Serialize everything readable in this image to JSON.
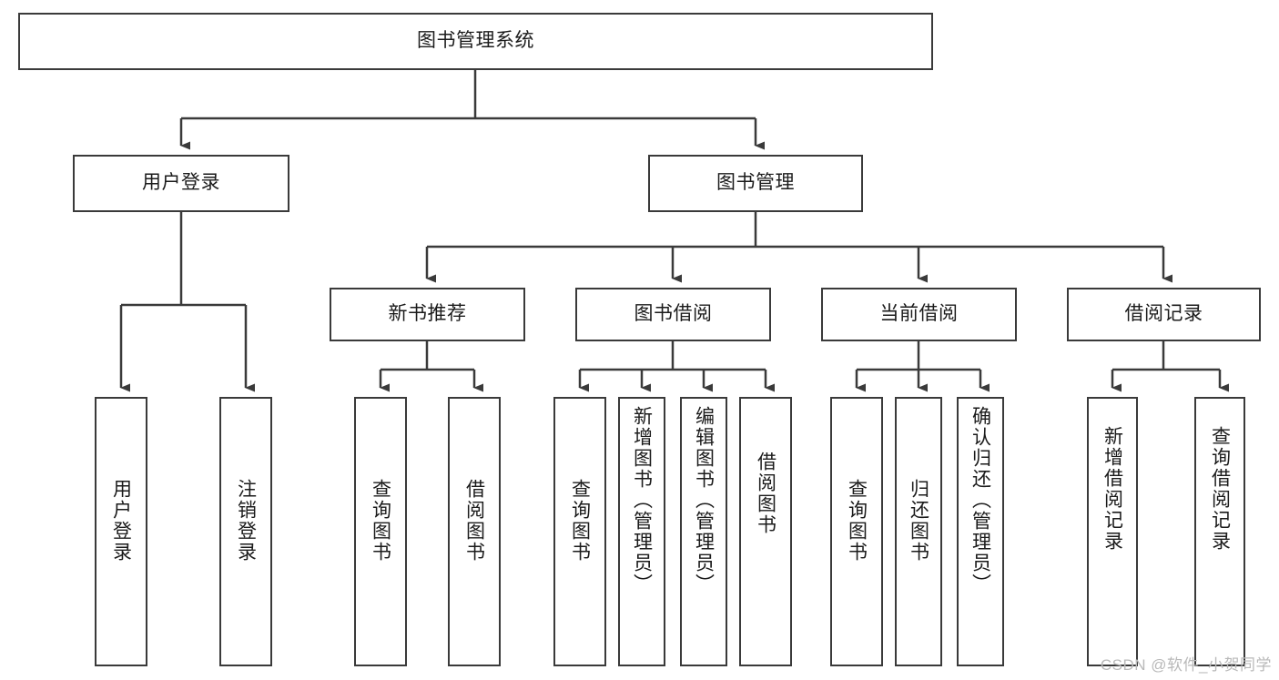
{
  "diagram": {
    "title": "图书管理系统",
    "type": "tree-hierarchy",
    "root": {
      "label": "图书管理系统"
    },
    "level1": [
      {
        "label": "用户登录"
      },
      {
        "label": "图书管理"
      }
    ],
    "level2": [
      {
        "label": "新书推荐"
      },
      {
        "label": "图书借阅"
      },
      {
        "label": "当前借阅"
      },
      {
        "label": "借阅记录"
      }
    ],
    "leaves": {
      "user_login": [
        {
          "label": "用户登录"
        },
        {
          "label": "注销登录"
        }
      ],
      "new_book_recommend": [
        {
          "label": "查询图书"
        },
        {
          "label": "借阅图书"
        }
      ],
      "book_borrow": [
        {
          "label": "查询图书"
        },
        {
          "label": "新增图书（管理员）"
        },
        {
          "label": "编辑图书（管理员）"
        },
        {
          "label": "借阅图书"
        }
      ],
      "current_borrow": [
        {
          "label": "查询图书"
        },
        {
          "label": "归还图书"
        },
        {
          "label": "确认归还（管理员）"
        }
      ],
      "borrow_record": [
        {
          "label": "新增借阅记录"
        },
        {
          "label": "查询借阅记录"
        }
      ]
    }
  },
  "watermark": {
    "text": "CSDN @软件_小贺同学"
  },
  "colors": {
    "stroke": "#3a3a3a",
    "fill": "#ffffff",
    "text": "#1b1b1b",
    "watermark": "#b9b9b9"
  }
}
